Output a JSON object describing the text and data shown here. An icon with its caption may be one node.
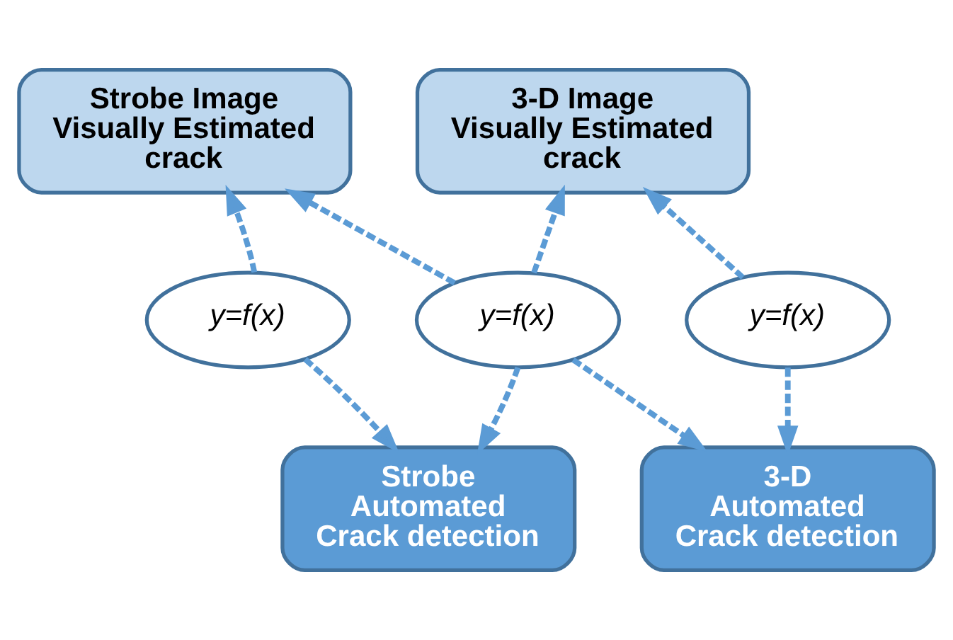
{
  "diagram": {
    "nodes": [
      {
        "text": [
          "Strobe Image Visually Estimated crack"
        ]
      },
      {
        "text": [
          "3-D Image Visually Estimated crack"
        ]
      },
      {
        "text": [
          "y=f(x)"
        ]
      },
      {
        "text": [
          "y=f(x)"
        ]
      },
      {
        "text": [
          "y=f(x)"
        ]
      },
      {
        "text": [
          "Strobe Automated Crack detection"
        ]
      },
      {
        "text": [
          "3-D Automated Crack detection"
        ]
      }
    ],
    "edges": [
      {
        "from": 2,
        "to": 0,
        "arrow": "to",
        "style": "dashed"
      },
      {
        "from": 2,
        "to": 5,
        "arrow": "to",
        "style": "dashed"
      },
      {
        "from": 3,
        "to": 0,
        "arrow": "to",
        "style": "dashed"
      },
      {
        "from": 3,
        "to": 1,
        "arrow": "to",
        "style": "dashed"
      },
      {
        "from": 3,
        "to": 5,
        "arrow": "to",
        "style": "dashed"
      },
      {
        "from": 3,
        "to": 6,
        "arrow": "to",
        "style": "dashed"
      },
      {
        "from": 4,
        "to": 1,
        "arrow": "to",
        "style": "dashed"
      },
      {
        "from": 4,
        "to": 6,
        "arrow": "to",
        "style": "dashed"
      }
    ]
  }
}
